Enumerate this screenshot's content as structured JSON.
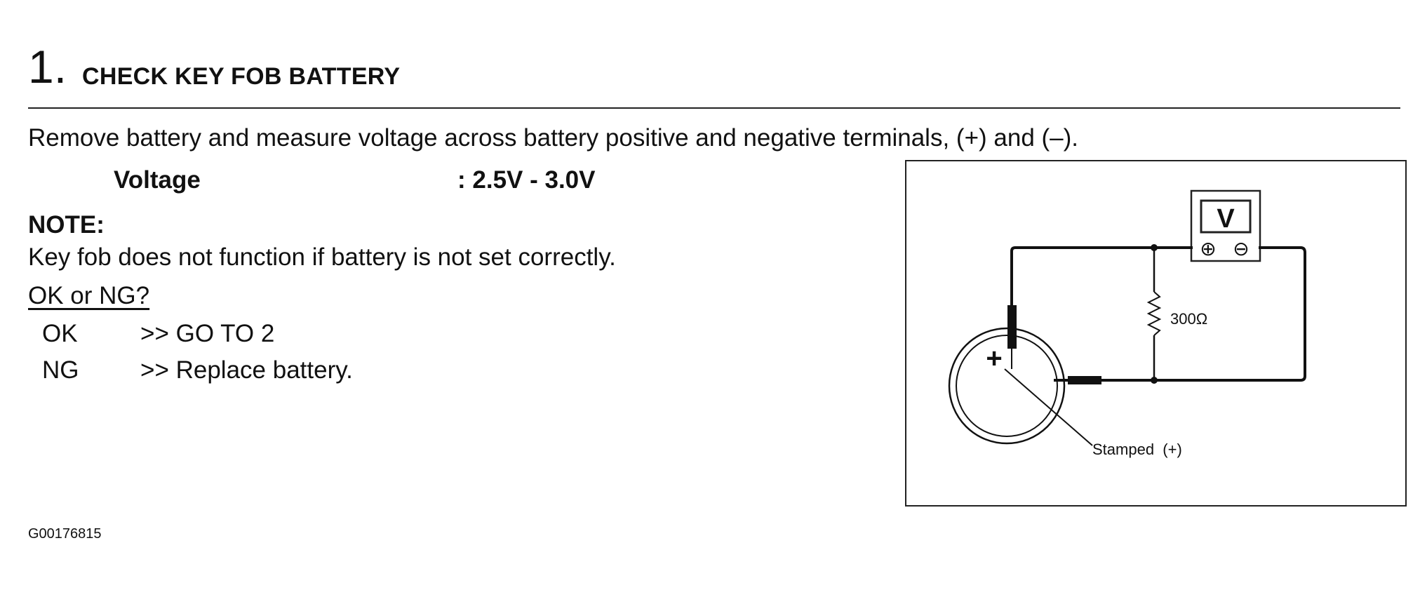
{
  "step": {
    "number": "1.",
    "title": "CHECK KEY FOB BATTERY"
  },
  "instruction": "Remove battery and measure voltage across battery positive and negative terminals, (+) and (–).",
  "specification": {
    "label": "Voltage",
    "value": ": 2.5V - 3.0V"
  },
  "note": {
    "label": "NOTE:",
    "text": "Key fob does not function if battery is not set correctly."
  },
  "question": "OK or NG?",
  "results": [
    {
      "code": "OK",
      "action": ">> GO TO 2"
    },
    {
      "code": "NG",
      "action": ">> Replace battery."
    }
  ],
  "diagram": {
    "meter_symbol": "V",
    "meter_positive": "⊕",
    "meter_negative": "⊖",
    "resistor_label": "300Ω",
    "battery_polarity": "+",
    "callout": "Stamped  (+)"
  },
  "figure_id": "G00176815"
}
